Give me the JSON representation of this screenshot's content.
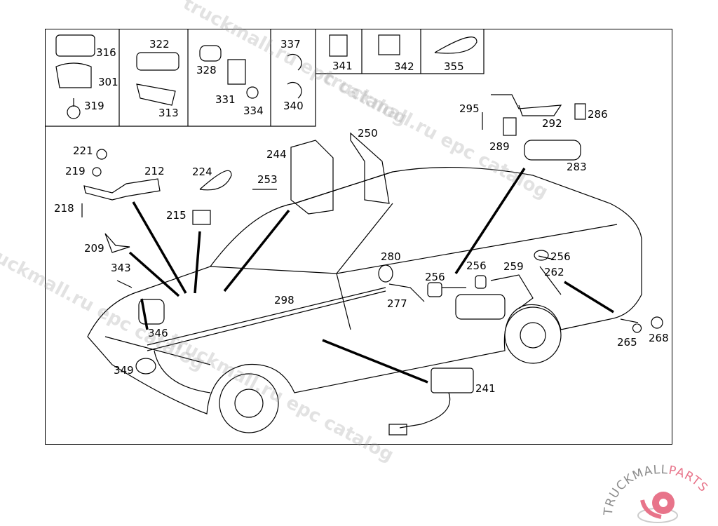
{
  "parts": [
    "316",
    "301",
    "319",
    "322",
    "313",
    "328",
    "331",
    "334",
    "337",
    "340",
    "341",
    "342",
    "355",
    "295",
    "286",
    "292",
    "289",
    "283",
    "250",
    "244",
    "253",
    "224",
    "221",
    "219",
    "212",
    "218",
    "215",
    "209",
    "343",
    "346",
    "349",
    "280",
    "277",
    "298",
    "256",
    "256",
    "259",
    "256",
    "262",
    "265",
    "268",
    "241"
  ],
  "watermark": [
    "truckmall.ru epc catalog",
    "truckmall.ru epc catalog",
    "truckmall.ru epc catalog",
    "truckmall.ru epc catalog"
  ],
  "logo": {
    "text_1": "TRUCKMALL",
    "text_2": "PARTS",
    "color_1": "#8c8c8c",
    "color_2": "#e8748a"
  }
}
